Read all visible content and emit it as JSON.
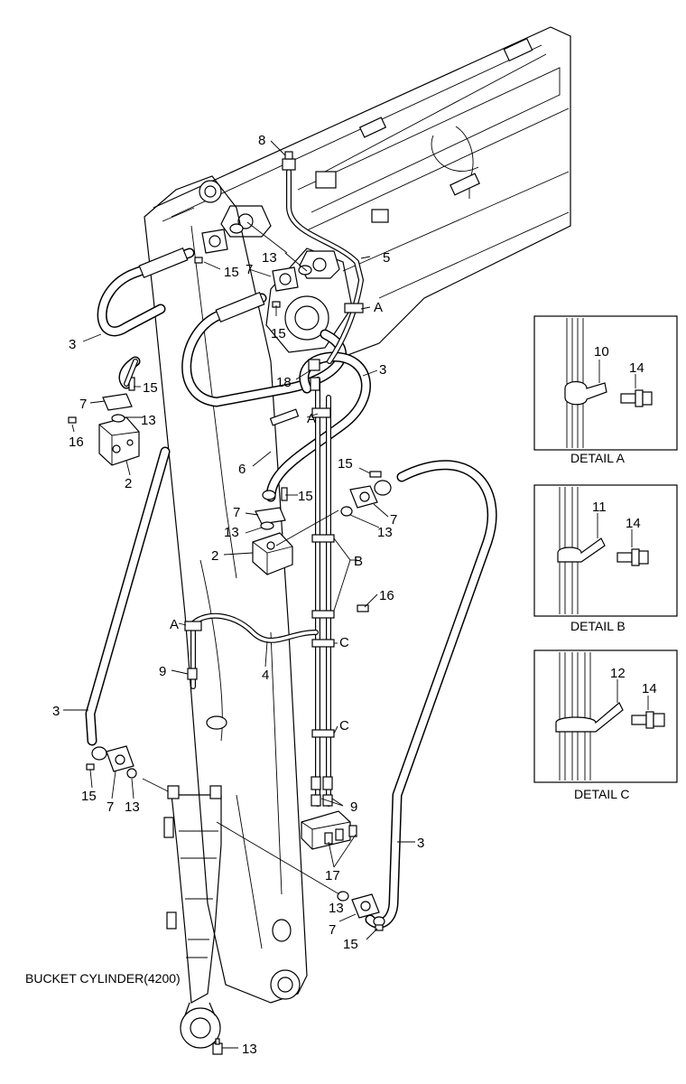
{
  "diagram": {
    "caption": "BUCKET CYLINDER(4200)",
    "callouts": {
      "c8": "8",
      "c13_top": "13",
      "c5": "5",
      "c7_top": "7",
      "c15_top_left": "15",
      "c15_top_mid": "15",
      "cA_top": "A",
      "c3_left_top": "3",
      "c15_left_flange": "15",
      "c18": "18",
      "c3_mid": "3",
      "c7_left": "7",
      "c13_left": "13",
      "cA_mid": "A",
      "c16_left": "16",
      "c2_left": "2",
      "c6": "6",
      "c15_mid": "15",
      "c15_right_top": "15",
      "c7_mid": "7",
      "c13_mid": "13",
      "c13_right": "13",
      "c7_right": "7",
      "c2_mid": "2",
      "cB": "B",
      "c16_mid": "16",
      "cA_low": "A",
      "cC_1": "C",
      "c9_left": "9",
      "c4": "4",
      "c3_left_low": "3",
      "cC_2": "C",
      "c15_bottom_left": "15",
      "c7_bottom_left": "7",
      "c13_bottom_left": "13",
      "c9_right": "9",
      "c3_right": "3",
      "c17": "17",
      "c13_bottom_mid": "13",
      "c7_bottom_mid": "7",
      "c15_bottom_mid": "15",
      "c13_bottom": "13"
    }
  },
  "details": {
    "a": {
      "title": "DETAIL A",
      "clamp": "10",
      "bolt": "14"
    },
    "b": {
      "title": "DETAIL B",
      "clamp": "11",
      "bolt": "14"
    },
    "c": {
      "title": "DETAIL C",
      "clamp": "12",
      "bolt": "14"
    }
  }
}
